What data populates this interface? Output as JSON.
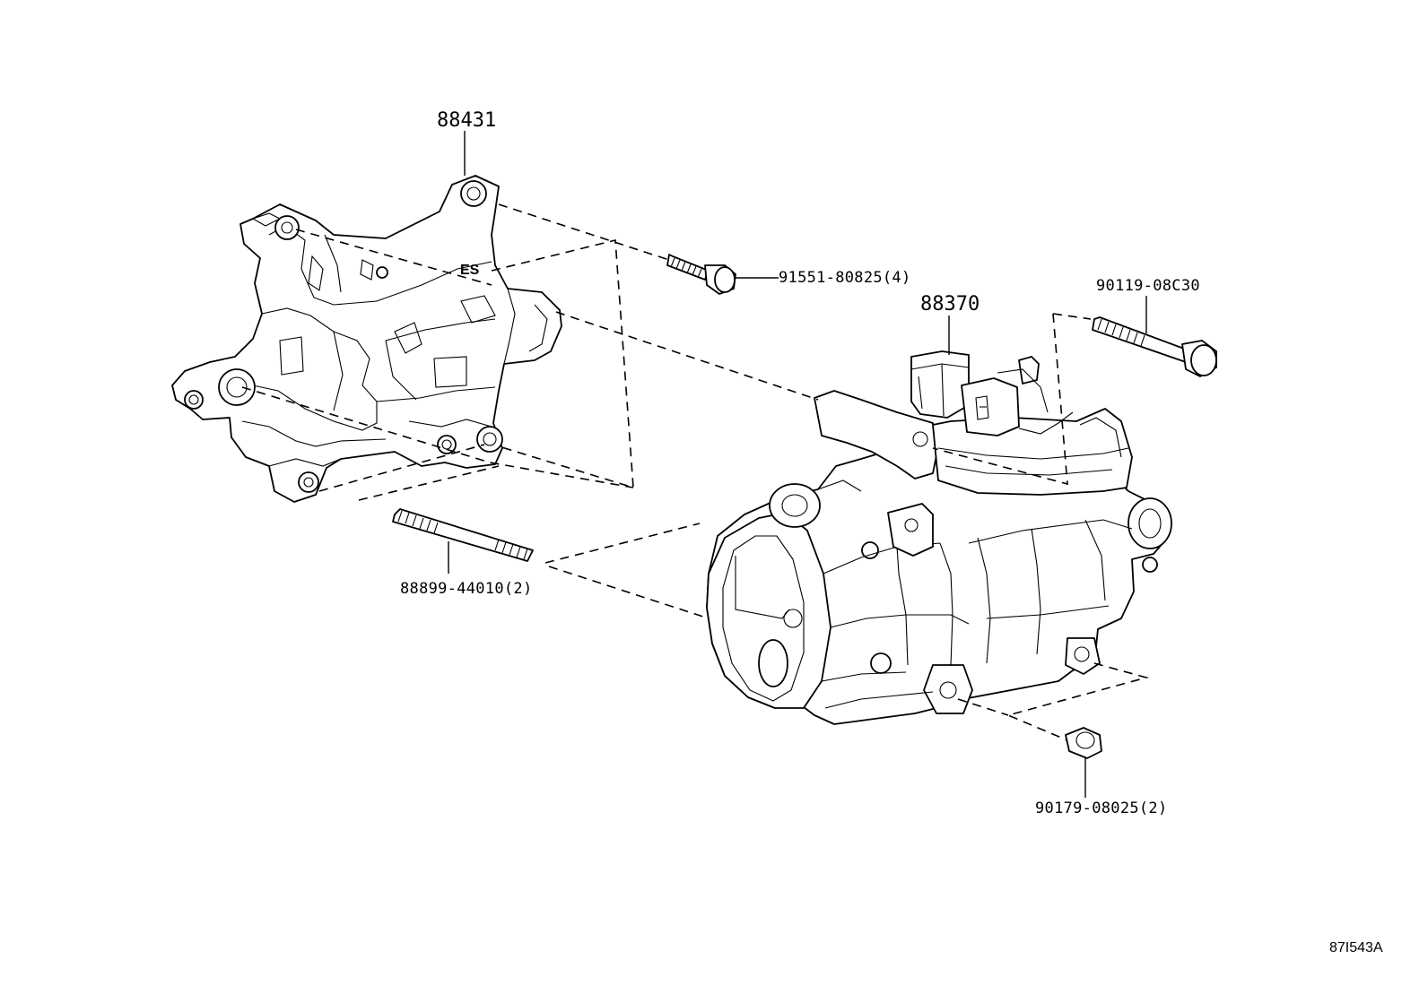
{
  "parts": {
    "bracket": {
      "number": "88431"
    },
    "compressor": {
      "number": "88370"
    },
    "bolt_upper": {
      "number": "91551-80825(4)"
    },
    "bolt_right": {
      "number": "90119-08C30"
    },
    "stud": {
      "number": "88899-44010(2)"
    },
    "nut": {
      "number": "90179-08025(2)"
    }
  },
  "diagram_code": "87I543A",
  "bracket_marking": "ES"
}
